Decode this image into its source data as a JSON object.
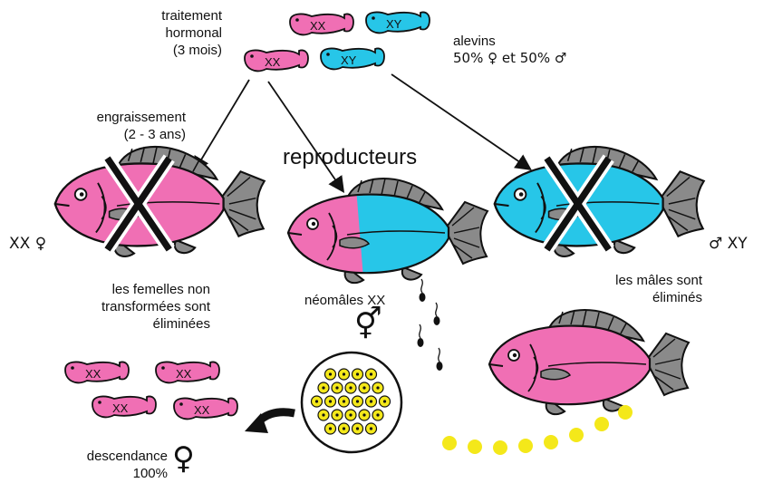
{
  "labels": {
    "treatment": [
      "traitement",
      "hormonal",
      "(3 mois)"
    ],
    "fry": [
      "alevins",
      "50% ♀ et 50% ♂"
    ],
    "fattening": [
      "engraissement",
      "(2 - 3 ans)"
    ],
    "breeders": "reproducteurs",
    "xx_female": "XX ♀",
    "xy_male": "♂ XY",
    "females_eliminated": [
      "les femelles non",
      "transformées sont",
      "éliminées"
    ],
    "males_eliminated": [
      "les mâles sont",
      "éliminés"
    ],
    "neomales": "néomâles XX",
    "neomale_symbol": "⚥",
    "offspring": [
      "descendance",
      "100%"
    ],
    "female_symbol": "♀",
    "fry_xx": "XX",
    "fry_xy": "XY"
  },
  "colors": {
    "female": "#f06fb4",
    "male": "#27c6e8",
    "egg": "#f4e81a",
    "fin": "#8a8a8a"
  },
  "icons": [
    "cross-mark-icon",
    "curved-arrow-icon",
    "sperm-icon",
    "egg-icon"
  ]
}
